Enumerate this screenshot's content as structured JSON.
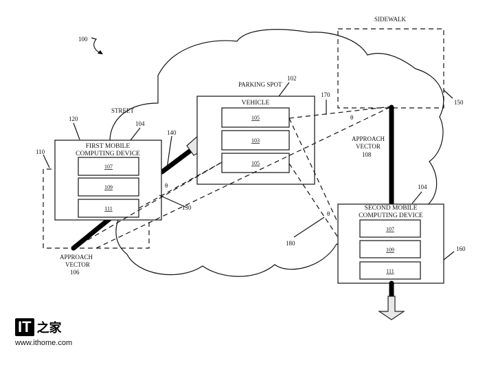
{
  "figure": {
    "ref_number": "100",
    "cloud_label": "STREET",
    "parking_spot": {
      "label": "PARKING SPOT",
      "ref": "102"
    },
    "vehicle": {
      "title": "VEHICLE",
      "components": [
        "105",
        "103",
        "105"
      ]
    },
    "first_device": {
      "title_line1": "FIRST MOBILE",
      "title_line2": "COMPUTING DEVICE",
      "ref": "104",
      "components": [
        "107",
        "109",
        "111"
      ],
      "group_ref": "120",
      "zone_ref": "110"
    },
    "second_device": {
      "title_line1": "SECOND MOBILE",
      "title_line2": "COMPUTING DEVICE",
      "ref": "104",
      "components": [
        "107",
        "109",
        "111"
      ],
      "zone_ref": "160"
    },
    "sidewalk": {
      "label": "SIDEWALK",
      "ref": "150"
    },
    "approach_vector_1": {
      "line1": "APPROACH",
      "line2": "VECTOR",
      "ref": "106"
    },
    "approach_vector_2": {
      "line1": "APPROACH",
      "line2": "VECTOR",
      "ref": "108"
    },
    "refs": {
      "arrow": "140",
      "angle_1": "130",
      "marker": "170",
      "angle_2": "180"
    },
    "theta": "θ"
  },
  "watermark": {
    "brand": "IT",
    "chinese": "之家",
    "url": "www.ithome.com"
  }
}
